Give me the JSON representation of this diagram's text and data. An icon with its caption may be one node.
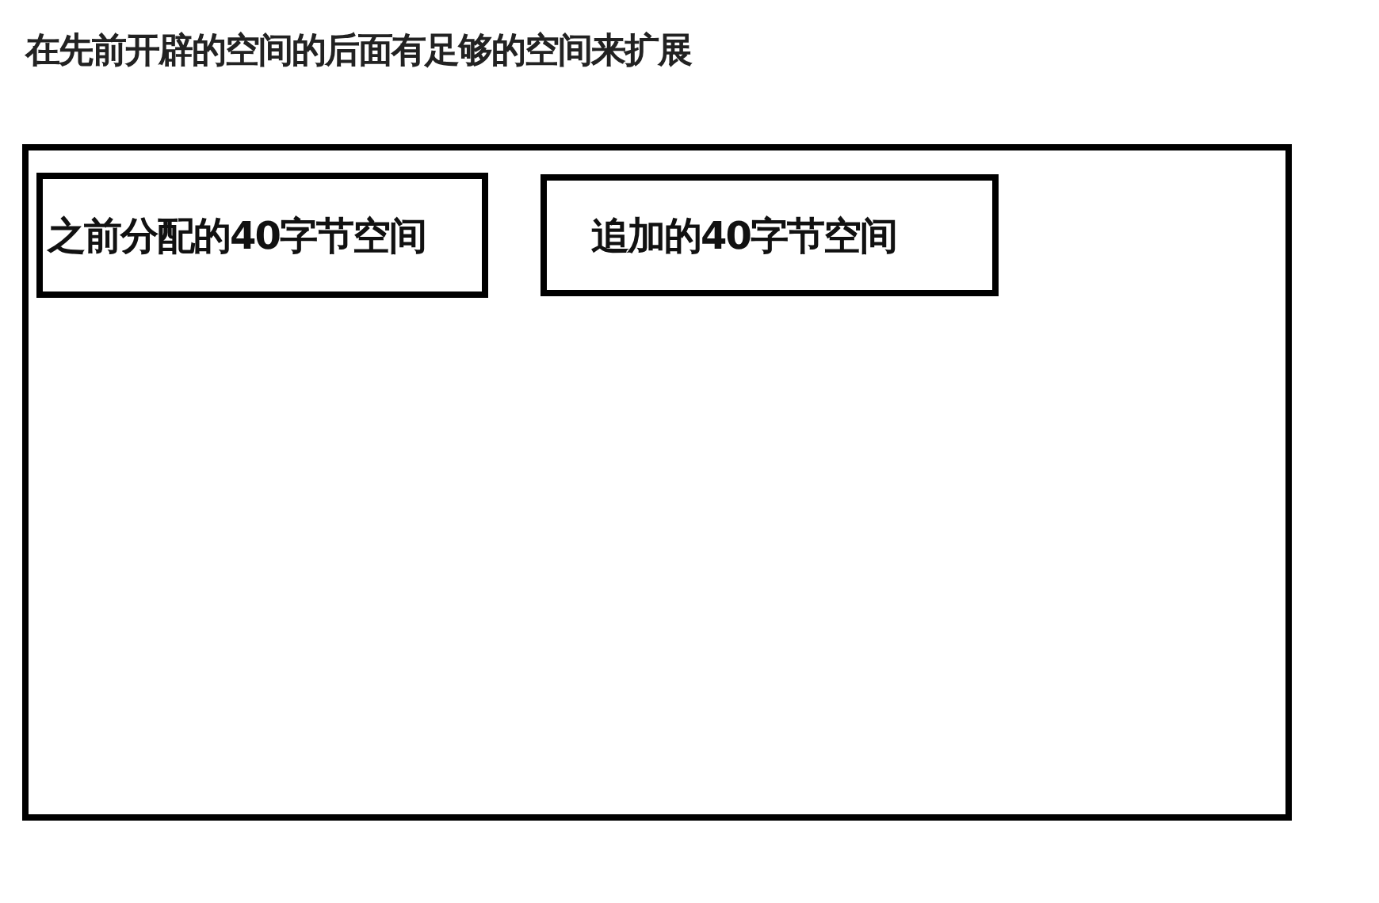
{
  "diagram": {
    "title": "在先前开辟的空间的后面有足够的空间来扩展",
    "nodes": [
      {
        "text": [],
        "shape": "box"
      },
      {
        "text": [
          "之前分配的40字节空间"
        ],
        "in": 0
      },
      {
        "text": [
          "追加的40字节空间"
        ],
        "in": 0
      }
    ]
  }
}
